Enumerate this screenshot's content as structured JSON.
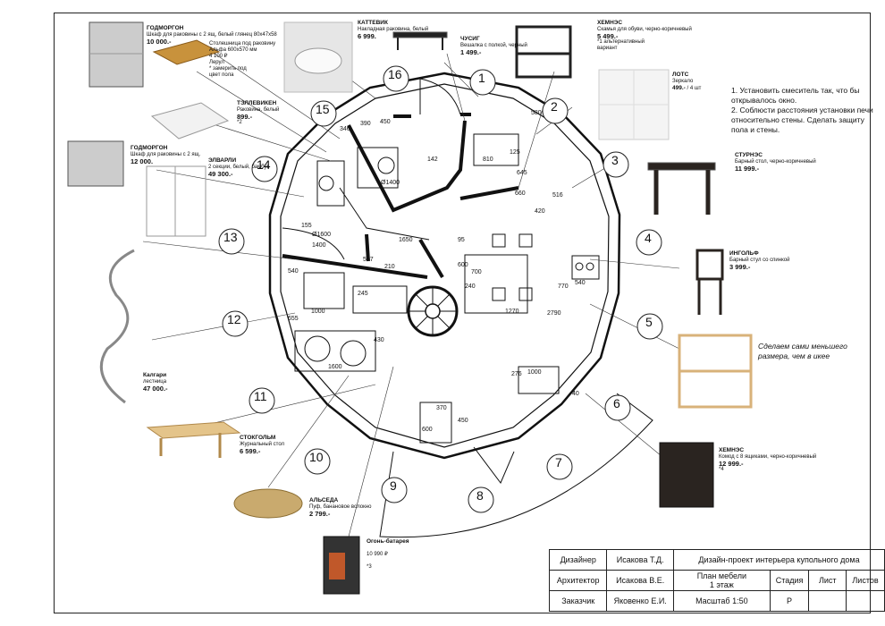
{
  "callouts": [
    "1",
    "2",
    "3",
    "4",
    "5",
    "6",
    "7",
    "8",
    "9",
    "10",
    "11",
    "12",
    "13",
    "14",
    "15",
    "16"
  ],
  "notes": {
    "n1": "1. Установить смеситель так, что бы",
    "n1b": "открывалось окно.",
    "n2": "2. Соблюсти расстояния установки печи",
    "n2b": "относительно стены. Сделать защиту",
    "n2c": "пола и стены.",
    "shelf": "Сделаем сами меньшего",
    "shelf_b": "размера, чем в икее"
  },
  "products": {
    "godmorgon1": {
      "name": "ГОДМОРГОН",
      "desc": "Шкаф для раковины с 2 ящ, белый глянец 80x47x58",
      "price": "10 000.-"
    },
    "countertop": {
      "name": "Столешница под раковину",
      "desc": "Альфа 600х570 мм",
      "price": "4 100 ₽",
      "extra": "Лерул",
      "extra2": "* замерить под",
      "extra3": "цвет пола"
    },
    "kattevik": {
      "name": "КАТТЕВИК",
      "desc": "Накладная раковина, белый",
      "price": "6 999."
    },
    "chusig": {
      "name": "ЧУСИГ",
      "desc": "Вешалка с полкой, черный",
      "price": "1 499.-"
    },
    "hemnes_bench": {
      "name": "ХЕМНЭС",
      "desc": "Скамья для обуви, черно-коричневый",
      "price": "5 499.-",
      "mark": "*1",
      "alt": "альтернативный",
      "alt2": "вариант"
    },
    "lots": {
      "name": "ЛОТС",
      "desc": "Зеркало",
      "price": "499.-",
      "unit": "/ 4 шт"
    },
    "tallevik": {
      "name": "ТЭЛЛЕВИКЕН",
      "desc": "Раковина, белый",
      "price": "899.-",
      "mark": "*2"
    },
    "godmorgon2": {
      "name": "ГОДМОРГОН",
      "desc": "Шкаф для раковины с 2 ящ.",
      "price": "12 000."
    },
    "elvarli": {
      "name": "ЭЛВАРЛИ",
      "desc": "2 секции, белый, бамбук",
      "price": "49 300.-"
    },
    "stornas": {
      "name": "СТУРНЭС",
      "desc": "Барный стол, черно-коричневый",
      "price": "11 999.-"
    },
    "ingolf": {
      "name": "ИНГОЛЬФ",
      "desc": "Барный стул со спинкой",
      "price": "3 999.-"
    },
    "calgary": {
      "name": "Калгари",
      "desc": "лестница",
      "price": "47 000.-"
    },
    "stockholm": {
      "name": "СТОКГОЛЬМ",
      "desc": "Журнальный стол",
      "price": "6 599.-"
    },
    "alseda": {
      "name": "АЛЬСЕДА",
      "desc": "Пуф, банановое волокно",
      "price": "2 799.-"
    },
    "stove": {
      "name": "Огонь-батарея",
      "price": "10 990 ₽",
      "mark": "*3"
    },
    "hemnes_chest": {
      "name": "ХЕМНЭС",
      "desc": "Комод с 8 ящиками, черно-коричневый",
      "price": "12 999.-",
      "mark": "*4"
    }
  },
  "dimensions": [
    "346",
    "390",
    "450",
    "142",
    "810",
    "125",
    "580",
    "645",
    "660",
    "516",
    "420",
    "155",
    "1400",
    "1650",
    "210",
    "95",
    "600",
    "540",
    "557",
    "540",
    "245",
    "1000",
    "1270",
    "700",
    "240",
    "770",
    "2790",
    "655",
    "430",
    "1600",
    "276",
    "1000",
    "370",
    "450",
    "600",
    "40",
    "Ø1400",
    "Ø1600"
  ],
  "stamp": {
    "role1": "Дизайнер",
    "name1": "Исакова Т.Д.",
    "project": "Дизайн-проект интерьера купольного дома",
    "role2": "Архитектор",
    "name2": "Исакова В.Е.",
    "sheet_title": "План мебели",
    "sheet_title2": "1 этаж",
    "stage_label": "Стадия",
    "sheet_label": "Лист",
    "sheets_label": "Листов",
    "role3": "Заказчик",
    "name3": "Яковенко Е.И.",
    "scale": "Масштаб 1:50",
    "stage": "Р"
  }
}
